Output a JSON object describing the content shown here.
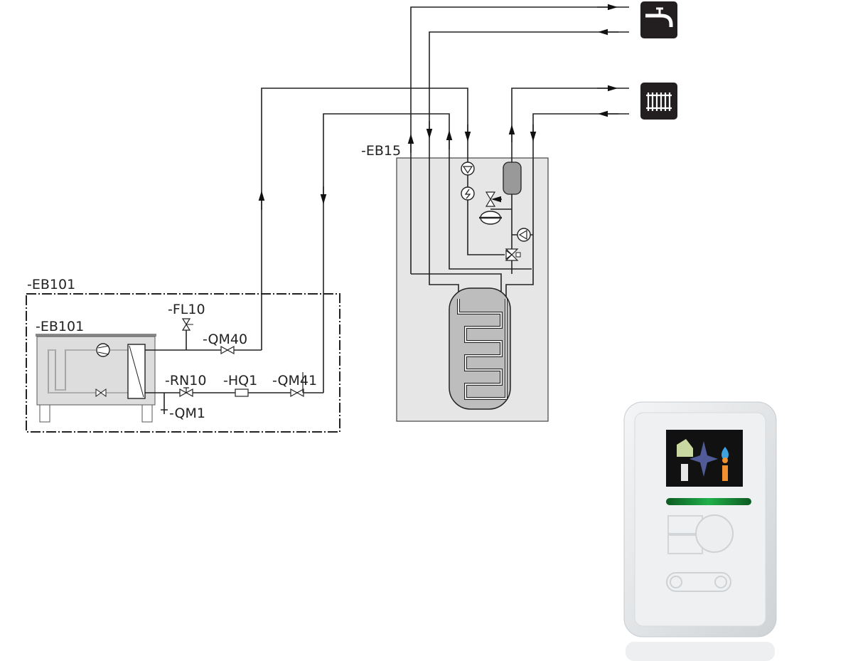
{
  "labels": {
    "eb15": "-EB15",
    "eb101_outer": "-EB101",
    "eb101_inner": "-EB101",
    "fl10": "-FL10",
    "qm40": "-QM40",
    "rn10": "-RN10",
    "hq1": "-HQ1",
    "qm41": "-QM41",
    "qm1": "-QM1"
  },
  "icons": {
    "hot_water": "tap-icon",
    "heating": "radiator-icon"
  },
  "colors": {
    "pipe": "#222222",
    "box_fill": "#e6e6e6",
    "tank_fill": "#bdbdbd",
    "icon_bg": "#231f20",
    "display_green": "#1a9a3a"
  }
}
